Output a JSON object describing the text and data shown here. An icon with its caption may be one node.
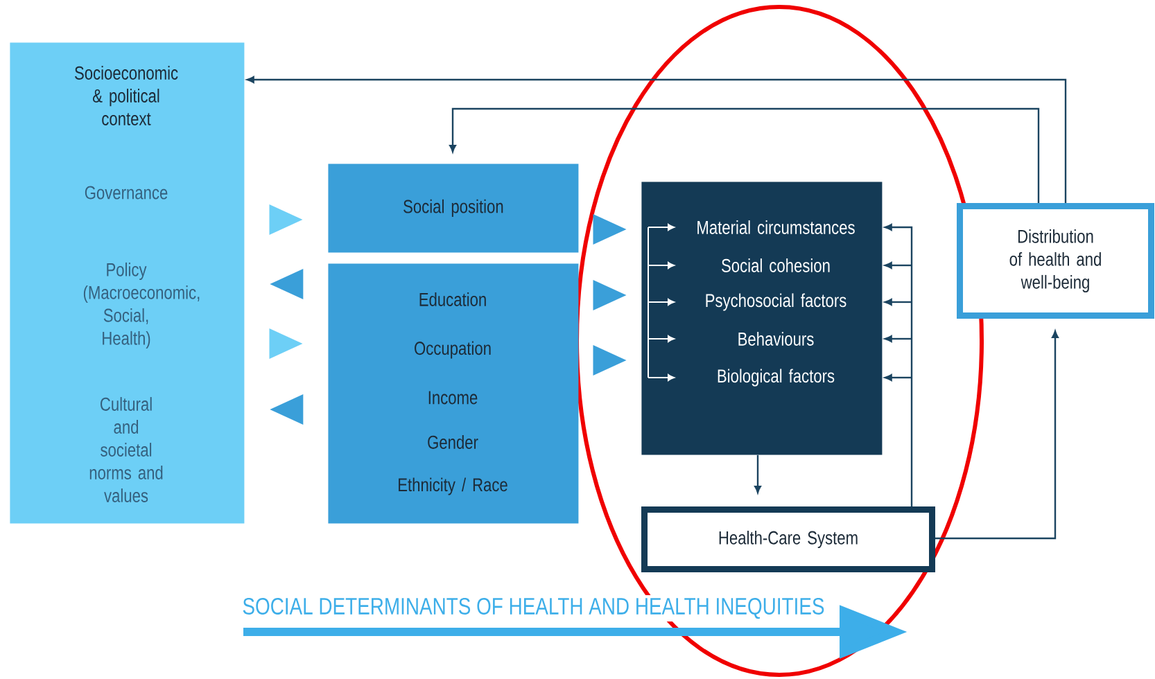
{
  "diagram": {
    "nodes": [
      {
        "text": [
          "Socioeconomic & political context",
          "Governance",
          "Policy (Macroeconomic, Social, Health)",
          "Cultural and societal norms and values"
        ]
      },
      {
        "text": [
          "Social position"
        ]
      },
      {
        "text": [
          "Education",
          "Occupation",
          "Income",
          "Gender",
          "Ethnicity / Race"
        ]
      },
      {
        "text": [
          "Material circumstances",
          "Social cohesion",
          "Psychosocial factors",
          "Behaviours",
          "Biological factors"
        ]
      },
      {
        "text": [
          "Distribution of health and well-being"
        ]
      },
      {
        "text": [
          "Health-Care System"
        ]
      }
    ],
    "edges": [
      {
        "from": 4,
        "to": 0,
        "arrow": "to"
      },
      {
        "from": 4,
        "to": 1,
        "arrow": "to"
      },
      {
        "from": 0,
        "to": 1,
        "arrow": "to",
        "color": "#6dcff6"
      },
      {
        "from": 2,
        "to": 0,
        "arrow": "to",
        "color": "#3a9fd9"
      },
      {
        "from": 0,
        "to": 2,
        "arrow": "to",
        "color": "#6dcff6"
      },
      {
        "from": 2,
        "to": 0,
        "arrow": "to",
        "color": "#3a9fd9"
      },
      {
        "from": 1,
        "to": 3,
        "arrow": "to",
        "color": "#3a9fd9"
      },
      {
        "from": 2,
        "to": 3,
        "arrow": "to",
        "color": "#3a9fd9"
      },
      {
        "from": 2,
        "to": 3,
        "arrow": "to",
        "color": "#3a9fd9"
      },
      {
        "from": 3,
        "to": 5,
        "arrow": "to"
      },
      {
        "from": 5,
        "to": 3,
        "arrow": "to"
      },
      {
        "from": 5,
        "to": 4,
        "arrow": "to"
      }
    ],
    "labels": [
      "SOCIAL DETERMINANTS OF HEALTH AND HEALTH INEQUITIES"
    ]
  }
}
